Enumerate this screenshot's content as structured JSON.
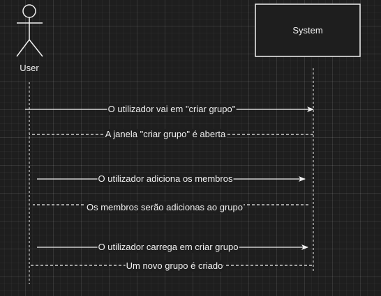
{
  "actor": {
    "label": "User"
  },
  "system": {
    "label": "System"
  },
  "messages": [
    {
      "text": "O utilizador vai em \"criar grupo\"",
      "kind": "sync",
      "direction": "to-system"
    },
    {
      "text": "A janela \"criar grupo\" é aberta",
      "kind": "return",
      "direction": "to-user"
    },
    {
      "text": "O utilizador adiciona os membros",
      "kind": "sync",
      "direction": "to-system"
    },
    {
      "text": "Os membros serão adicionas ao grupo",
      "kind": "return",
      "direction": "to-user"
    },
    {
      "text": "O utilizador carrega em criar grupo",
      "kind": "sync",
      "direction": "to-system"
    },
    {
      "text": "Um novo grupo é criado",
      "kind": "return",
      "direction": "to-user"
    }
  ],
  "colors": {
    "stroke": "#f0f0f0",
    "background": "#1e1e1e",
    "text": "#f0f0f0"
  }
}
